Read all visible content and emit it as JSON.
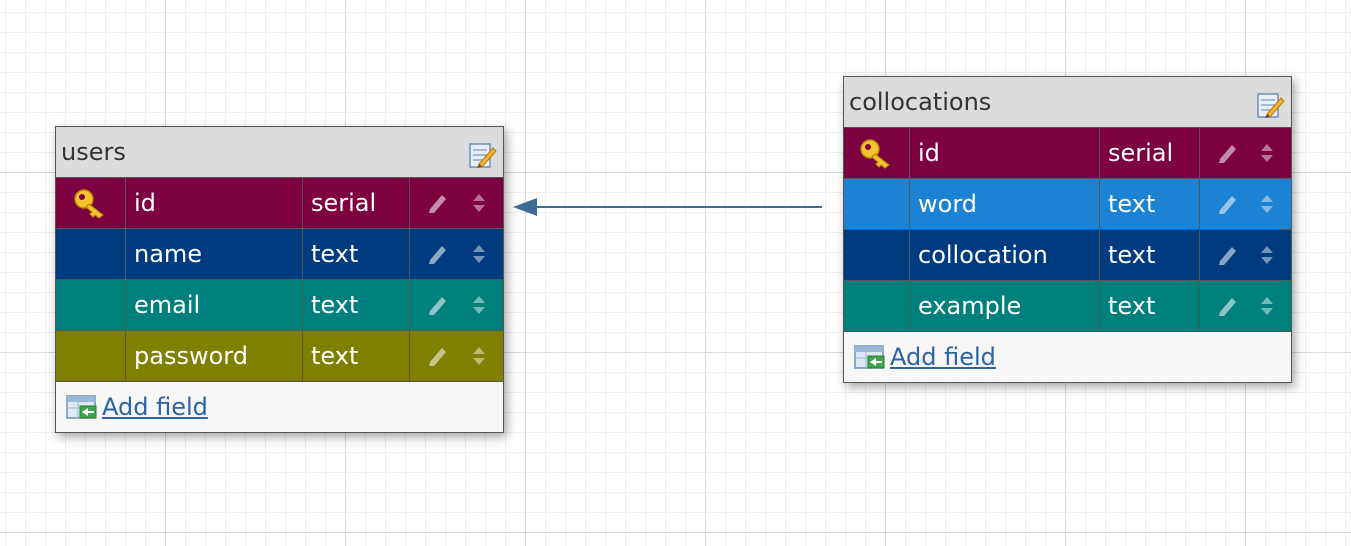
{
  "tables": [
    {
      "title": "users",
      "fields": [
        {
          "name": "id",
          "type": "serial",
          "primary": true,
          "color": "#7d0040"
        },
        {
          "name": "name",
          "type": "text",
          "primary": false,
          "color": "#003b80"
        },
        {
          "name": "email",
          "type": "text",
          "primary": false,
          "color": "#00807c"
        },
        {
          "name": "password",
          "type": "text",
          "primary": false,
          "color": "#808000"
        }
      ],
      "add_field_label": "Add field"
    },
    {
      "title": "collocations",
      "fields": [
        {
          "name": "id",
          "type": "serial",
          "primary": true,
          "color": "#7d0040"
        },
        {
          "name": "word",
          "type": "text",
          "primary": false,
          "color": "#1b82d4"
        },
        {
          "name": "collocation",
          "type": "text",
          "primary": false,
          "color": "#003b80"
        },
        {
          "name": "example",
          "type": "text",
          "primary": false,
          "color": "#00807c"
        }
      ],
      "add_field_label": "Add field"
    }
  ],
  "relation": {
    "from": "collocations",
    "to": "users.id",
    "color": "#3d6b94"
  },
  "icons": {
    "key": "key-icon",
    "edit": "edit-table-icon",
    "pencil": "pencil-icon",
    "move": "move-updown-icon",
    "add": "add-field-icon"
  }
}
